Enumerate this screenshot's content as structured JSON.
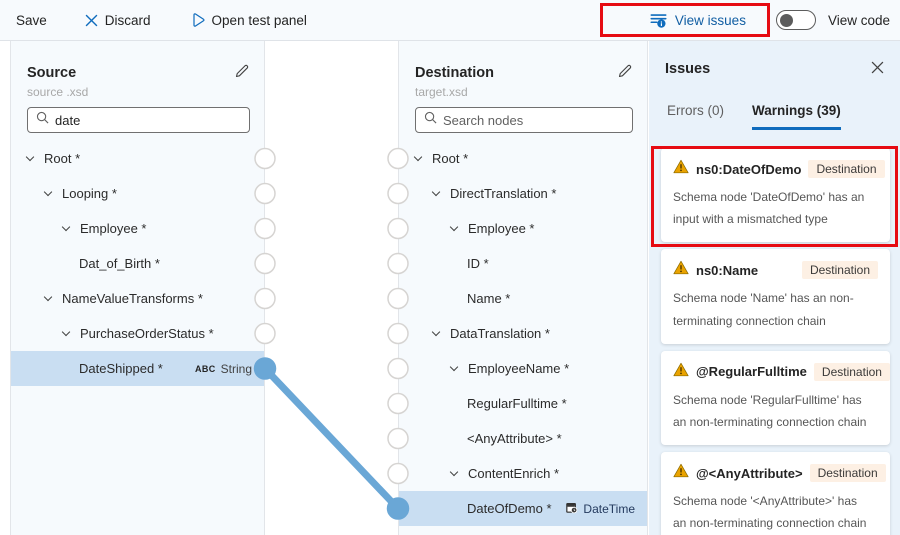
{
  "toolbar": {
    "save_label": "Save",
    "discard_label": "Discard",
    "open_test_panel_label": "Open test panel",
    "view_issues_label": "View issues",
    "view_code_label": "View code",
    "view_code_toggle_state": "off"
  },
  "source": {
    "title": "Source",
    "subtitle": "source .xsd",
    "search": {
      "value": "date",
      "placeholder": ""
    },
    "tree": [
      {
        "label": "Root *",
        "level": 0,
        "expandable": true
      },
      {
        "label": "Looping *",
        "level": 1,
        "expandable": true
      },
      {
        "label": "Employee *",
        "level": 2,
        "expandable": true
      },
      {
        "label": "Dat_of_Birth *",
        "level": 3,
        "expandable": false
      },
      {
        "label": "NameValueTransforms *",
        "level": 1,
        "expandable": true
      },
      {
        "label": "PurchaseOrderStatus *",
        "level": 2,
        "expandable": true
      },
      {
        "label": "DateShipped *",
        "level": 3,
        "expandable": false,
        "selected": true,
        "type": {
          "icon": "abc-icon",
          "label": "String"
        },
        "connected": true
      }
    ]
  },
  "destination": {
    "title": "Destination",
    "subtitle": "target.xsd",
    "search": {
      "value": "",
      "placeholder": "Search nodes"
    },
    "tree": [
      {
        "label": "Root *",
        "level": 0,
        "expandable": true
      },
      {
        "label": "DirectTranslation *",
        "level": 1,
        "expandable": true
      },
      {
        "label": "Employee *",
        "level": 2,
        "expandable": true
      },
      {
        "label": "ID *",
        "level": 3,
        "expandable": false
      },
      {
        "label": "Name *",
        "level": 3,
        "expandable": false
      },
      {
        "label": "DataTranslation *",
        "level": 1,
        "expandable": true
      },
      {
        "label": "EmployeeName *",
        "level": 2,
        "expandable": true
      },
      {
        "label": "RegularFulltime *",
        "level": 3,
        "expandable": false
      },
      {
        "label": "<AnyAttribute> *",
        "level": 3,
        "expandable": false
      },
      {
        "label": "ContentEnrich *",
        "level": 2,
        "expandable": true
      },
      {
        "label": "DateOfDemo *",
        "level": 3,
        "expandable": false,
        "selected": true,
        "type": {
          "icon": "calendar-clock-icon",
          "label": "DateTime"
        },
        "connected": true
      }
    ]
  },
  "issues": {
    "title": "Issues",
    "tabs": [
      {
        "label": "Errors (0)",
        "active": false
      },
      {
        "label": "Warnings (39)",
        "active": true
      }
    ],
    "warnings": [
      {
        "title": "ns0:DateOfDemo",
        "badge": "Destination",
        "description": "Schema node 'DateOfDemo' has an input with a mismatched type",
        "highlighted": true
      },
      {
        "title": "ns0:Name",
        "badge": "Destination",
        "description": "Schema node 'Name' has an non-terminating connection chain"
      },
      {
        "title": "@RegularFulltime",
        "badge": "Destination",
        "description": "Schema node 'RegularFulltime' has an non-terminating connection chain"
      },
      {
        "title": "@<AnyAttribute>",
        "badge": "Destination",
        "description": "Schema node '<AnyAttribute>' has an non-terminating connection chain"
      }
    ]
  },
  "colors": {
    "accent_blue": "#0f6cbd",
    "link_blue": "#115ea3",
    "connection_blue": "#6aa7d6",
    "selected_row": "#c9def2",
    "warning_amber": "#eaa300",
    "badge_peach_bg": "#fdf0e4",
    "annotation_red": "#e60b12",
    "issues_panel_bg": "#e9f2fa"
  }
}
